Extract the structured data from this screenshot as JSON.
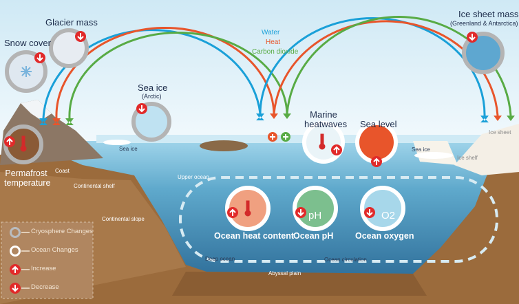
{
  "legend_colors": {
    "water": "#1aa0d8",
    "heat": "#e8552b",
    "carbon_dioxide": "#58ab45"
  },
  "flows": {
    "water": "Water",
    "heat": "Heat",
    "carbon_dioxide": "Carbon dioxide"
  },
  "indicators": {
    "snow_cover": "Snow cover",
    "glacier_mass": "Glacier mass",
    "sea_ice": "Sea ice",
    "sea_ice_sub": "(Arctic)",
    "ice_sheet_mass": "Ice sheet mass",
    "ice_sheet_sub": "(Greenland & Antarctica)",
    "permafrost": "Permafrost temperature",
    "marine_heatwaves": "Marine heatwaves",
    "sea_level": "Sea level",
    "ocean_heat": "Ocean heat content",
    "ocean_ph": "Ocean pH",
    "ocean_oxygen": "Ocean oxygen",
    "ph_symbol": "pH",
    "o2_symbol": "O2"
  },
  "places": {
    "coast": "Coast",
    "continental_shelf": "Continental shelf",
    "continental_slope": "Continental slope",
    "upper_ocean": "Upper ocean",
    "deep_ocean": "Deep ocean",
    "ocean_circulation": "Ocean circulation",
    "abyssal_plain": "Abyssal plain",
    "sea_ice_left": "Sea ice",
    "sea_ice_right": "Sea ice",
    "ice_sheet": "Ice sheet",
    "ice_shelf": "Ice shelf"
  },
  "legend": {
    "cryosphere": "Cryosphere Changes",
    "ocean": "Ocean Changes",
    "increase": "Increase",
    "decrease": "Decrease"
  }
}
